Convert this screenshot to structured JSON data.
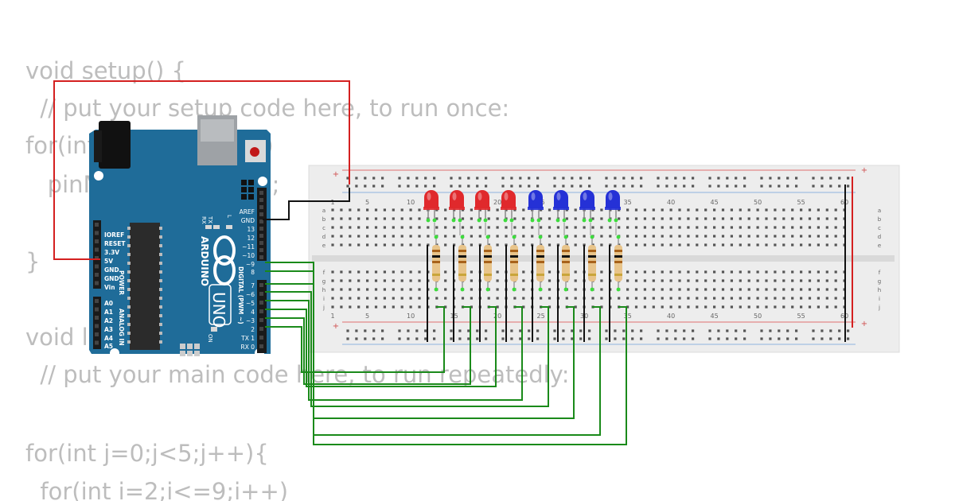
{
  "code": {
    "lines": [
      "void setup() {",
      "  // put your setup code here, to run once:",
      "for(int i=2;i<=9;i++)",
      "   pinMode(i,OUTPUT);",
      "",
      "}",
      "",
      "void loop() {",
      "  // put your main code here, to run repeatedly:",
      "",
      "for(int j=0;j<5;j++){",
      "  for(int i=2;i<=9;i++)"
    ]
  },
  "arduino": {
    "brand": "ARDUINO",
    "model": "UNO",
    "digital_label": "DIGITAL (PWM ~)",
    "power_label": "POWER",
    "analog_label": "ANALOG IN",
    "on_label": "ON",
    "tx_label": "TX",
    "rx_label": "RX",
    "l_label": "L",
    "power_pins": [
      "IOREF",
      "RESET",
      "3.3V",
      "5V",
      "GND",
      "GND",
      "Vin"
    ],
    "analog_pins": [
      "A0",
      "A1",
      "A2",
      "A3",
      "A4",
      "A5"
    ],
    "digital_pins_top": [
      "AREF",
      "GND",
      "13",
      "12",
      "~11",
      "~10",
      "~9",
      "8"
    ],
    "digital_pins_bottom": [
      "7",
      "~6",
      "~5",
      "4",
      "~3",
      "2",
      "TX 1",
      "RX 0"
    ]
  },
  "breadboard": {
    "column_numbers": [
      "1",
      "5",
      "10",
      "15",
      "20",
      "25",
      "30",
      "35",
      "40",
      "45",
      "50",
      "55",
      "60"
    ],
    "row_letters_top": [
      "a",
      "b",
      "c",
      "d",
      "e"
    ],
    "row_letters_bottom": [
      "f",
      "g",
      "h",
      "i",
      "j"
    ],
    "plus_sign": "+"
  },
  "leds": {
    "colors": [
      "red",
      "red",
      "red",
      "red",
      "blue",
      "blue",
      "blue",
      "blue"
    ]
  },
  "colors": {
    "board_blue": "#1f6c99",
    "wire_green": "#1a8a1a",
    "wire_red": "#d42020",
    "wire_black": "#111111",
    "led_red": "#e0292c",
    "led_blue": "#2531d6",
    "code_gray": "#bdbdbd",
    "breadboard": "#ededed"
  }
}
